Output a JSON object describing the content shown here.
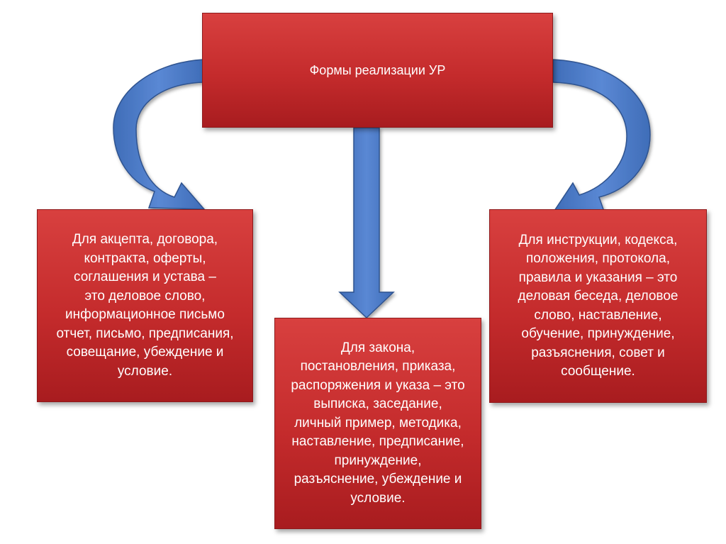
{
  "colors": {
    "box_fill": "#c42b2c",
    "arrow_fill": "#4a78c4",
    "arrow_stroke": "#2f528f",
    "text": "#ffffff"
  },
  "top": {
    "title": "Формы реализации  УР"
  },
  "left": {
    "text": "Для акцепта, договора,\nконтракта, оферты,\nсоглашения и устава –\nэто деловое слово,\nинформационное письмо\nотчет, письмо, предписания,\nсовещание, убеждение и\nусловие."
  },
  "center": {
    "text": "Для закона,\nпостановления, приказа,\nраспоряжения и указа – это\nвыписка, заседание,\nличный пример, методика,\nнаставление, предписание,\nпринуждение,\nразъяснение, убеждение и\nусловие."
  },
  "right": {
    "text": "Для инструкции, кодекса,\nположения, протокола,\nправила и указания – это\nделовая беседа, деловое\nслово, наставление,\nобучение, принуждение,\nразъяснения, совет и\nсообщение."
  }
}
